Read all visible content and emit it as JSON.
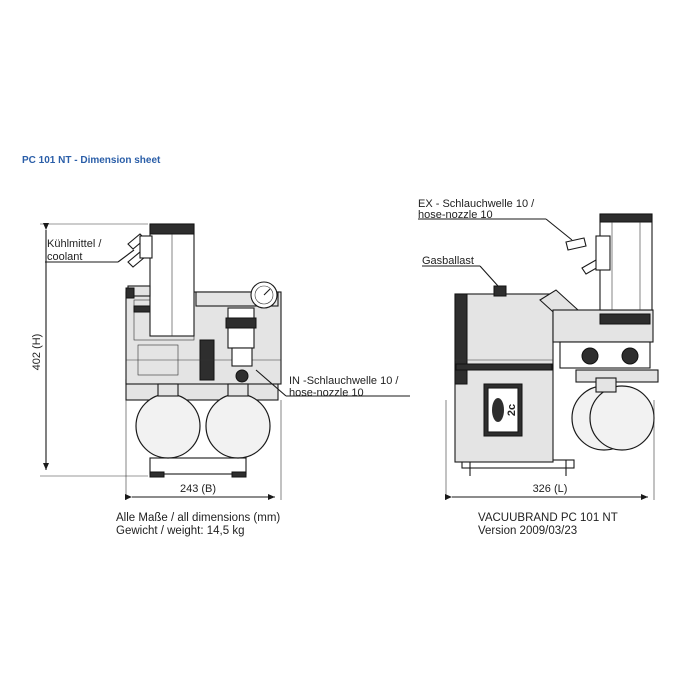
{
  "title": "PC 101 NT - Dimension sheet",
  "colors": {
    "title": "#2a5ea8",
    "line": "#1a1a1a",
    "body": "#e4e4e4"
  },
  "left_view": {
    "coolant_label_de": "Kühlmittel /",
    "coolant_label_en": "coolant",
    "in_label_de": "IN -Schlauchwelle 10 /",
    "in_label_en": "hose-nozzle 10",
    "height_dim": "402 (H)",
    "width_dim": "243 (B)"
  },
  "right_view": {
    "ex_label_de": "EX - Schlauchwelle 10 /",
    "ex_label_en": "hose-nozzle 10",
    "gasballast_label": "Gasballast",
    "length_dim": "326 (L)",
    "logo_text": "2c"
  },
  "captions": {
    "dimensions_line": "Alle Maße / all dimensions (mm)",
    "weight_line": "Gewicht / weight: 14,5 kg",
    "model_line": "VACUUBRAND PC 101 NT",
    "version_line": "Version 2009/03/23"
  }
}
